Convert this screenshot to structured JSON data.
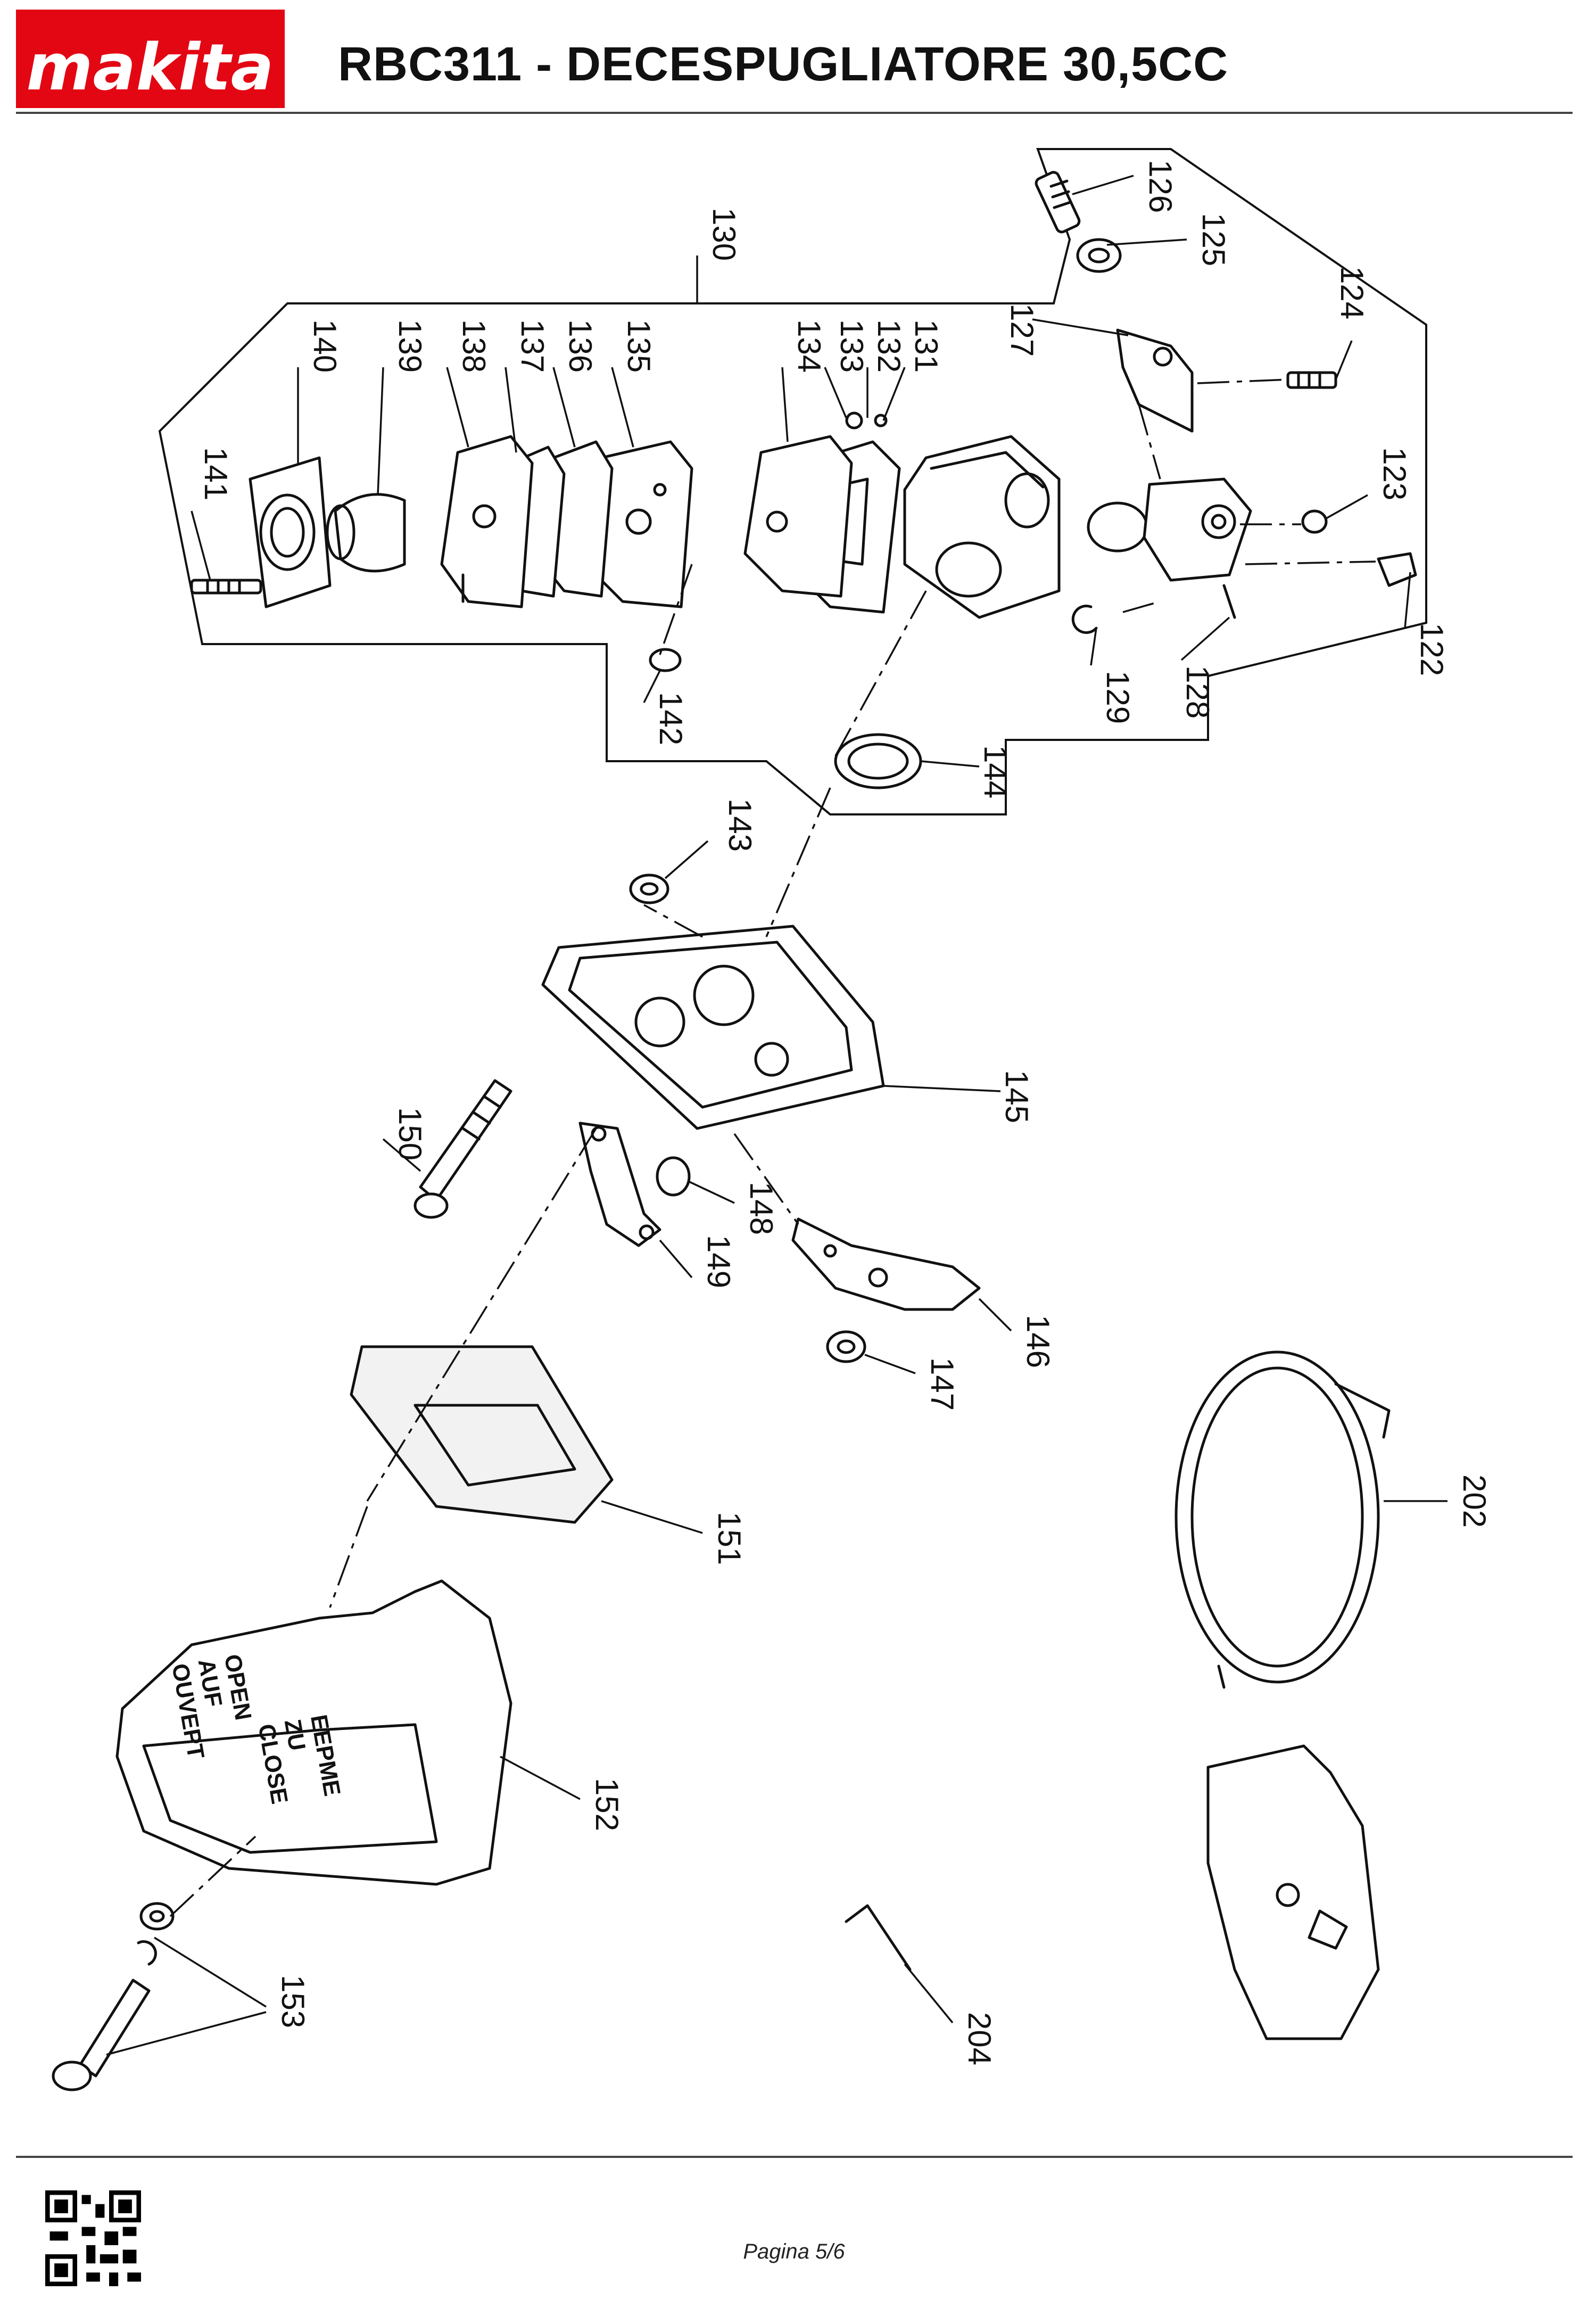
{
  "header": {
    "brand": "makita",
    "brand_color": "#e30613",
    "title": "RBC311 - DECESPUGLIATORE 30,5CC"
  },
  "callouts": [
    "126",
    "125",
    "124",
    "130",
    "127",
    "140",
    "139",
    "138",
    "137",
    "136",
    "135",
    "134",
    "133",
    "132",
    "131",
    "141",
    "123",
    "122",
    "129",
    "128",
    "142",
    "144",
    "143",
    "145",
    "150",
    "148",
    "149",
    "146",
    "147",
    "202",
    "151",
    "152",
    "153",
    "204"
  ],
  "cover_text": {
    "line1": "EEPME",
    "line2": "ZU",
    "line3": "CLOSE",
    "line4": "OPEN",
    "line5": "AUF",
    "line6": "OUVEPT"
  },
  "footer": {
    "page_label": "Pagina 5/6",
    "qr_icon": "qr-code-icon"
  }
}
